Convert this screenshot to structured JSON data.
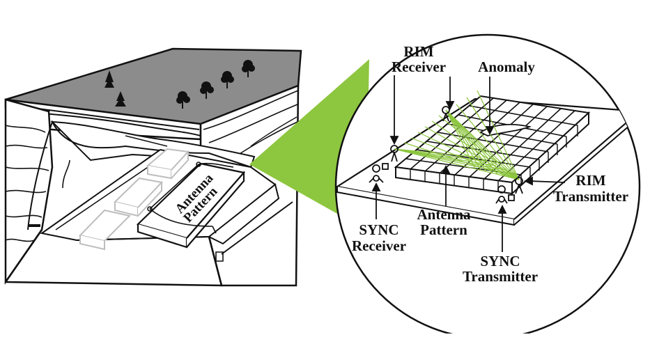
{
  "labels": {
    "rim_receiver_line1": "RIM",
    "rim_receiver_line2": "Receiver",
    "anomaly": "Anomaly",
    "rim_transmitter_line1": "RIM",
    "rim_transmitter_line2": "Transmitter",
    "antenna_pattern_line1": "Antenna",
    "antenna_pattern_line2": "Pattern",
    "sync_receiver_line1": "SYNC",
    "sync_receiver_line2": "Receiver",
    "sync_transmitter_line1": "SYNC",
    "sync_transmitter_line2": "Transmitter",
    "tunnel_antenna_line1": "Antenna",
    "tunnel_antenna_line2": "Pattern"
  },
  "colors": {
    "accent_green": "#8dc63f",
    "terrain_gray": "#8c8c8c",
    "ink": "#111111",
    "faint_slab": "#bdbdbd"
  }
}
